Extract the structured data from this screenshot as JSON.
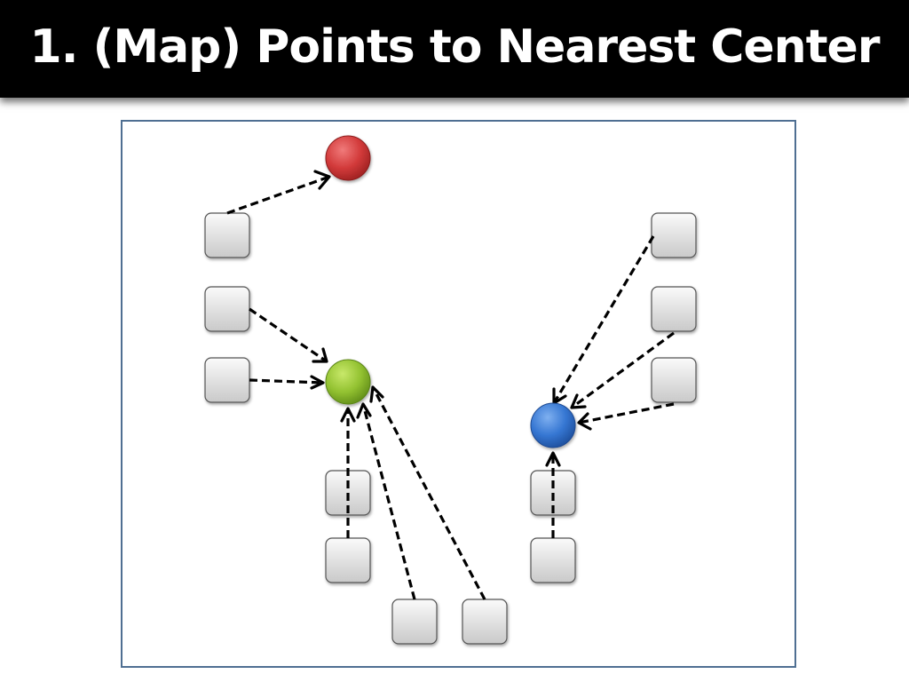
{
  "slide": {
    "title": "1. (Map) Points to Nearest Center"
  },
  "diagram": {
    "centers": [
      {
        "id": "center-red",
        "color": "#cc2a2a"
      },
      {
        "id": "center-green",
        "color": "#8fbf2a"
      },
      {
        "id": "center-blue",
        "color": "#2f6fd0"
      }
    ],
    "points": [
      {
        "id": "point-1",
        "assigned_to": "center-red"
      },
      {
        "id": "point-2",
        "assigned_to": "center-green"
      },
      {
        "id": "point-3",
        "assigned_to": "center-green"
      },
      {
        "id": "point-4",
        "assigned_to": "center-green"
      },
      {
        "id": "point-5",
        "assigned_to": "center-green"
      },
      {
        "id": "point-6",
        "assigned_to": "center-green"
      },
      {
        "id": "point-7",
        "assigned_to": "center-green"
      },
      {
        "id": "point-8",
        "assigned_to": "center-blue"
      },
      {
        "id": "point-9",
        "assigned_to": "center-blue"
      },
      {
        "id": "point-10",
        "assigned_to": "center-blue"
      },
      {
        "id": "point-11",
        "assigned_to": "center-blue"
      },
      {
        "id": "point-12",
        "assigned_to": "center-blue"
      }
    ],
    "arrow_style": "dashed"
  }
}
